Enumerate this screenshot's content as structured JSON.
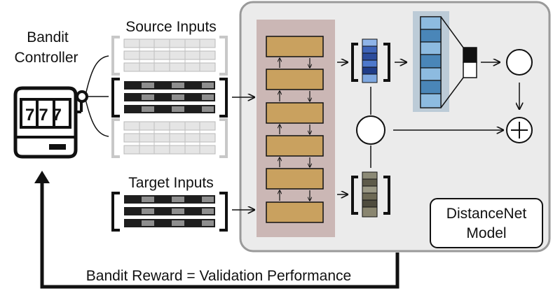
{
  "labels": {
    "bandit_controller_line1": "Bandit",
    "bandit_controller_line2": "Controller",
    "source_inputs": "Source Inputs",
    "target_inputs": "Target Inputs",
    "model_line1": "DistanceNet",
    "model_line2": "Model",
    "reward": "Bandit Reward = Validation Performance",
    "slot_reels": "777",
    "plus_symbol": "+"
  },
  "colors": {
    "encoder_block": "#c9a15f",
    "encoder_panel": "#cbb7b5",
    "model_panel": "#ebebeb",
    "source_embedding": "#3f64b8",
    "target_embedding": "#6e6a55",
    "classifier_panel": "#bccbd7",
    "classifier_cells": "#4a86b8"
  },
  "icons": [
    "slot-machine-icon",
    "plus-circle-icon"
  ]
}
